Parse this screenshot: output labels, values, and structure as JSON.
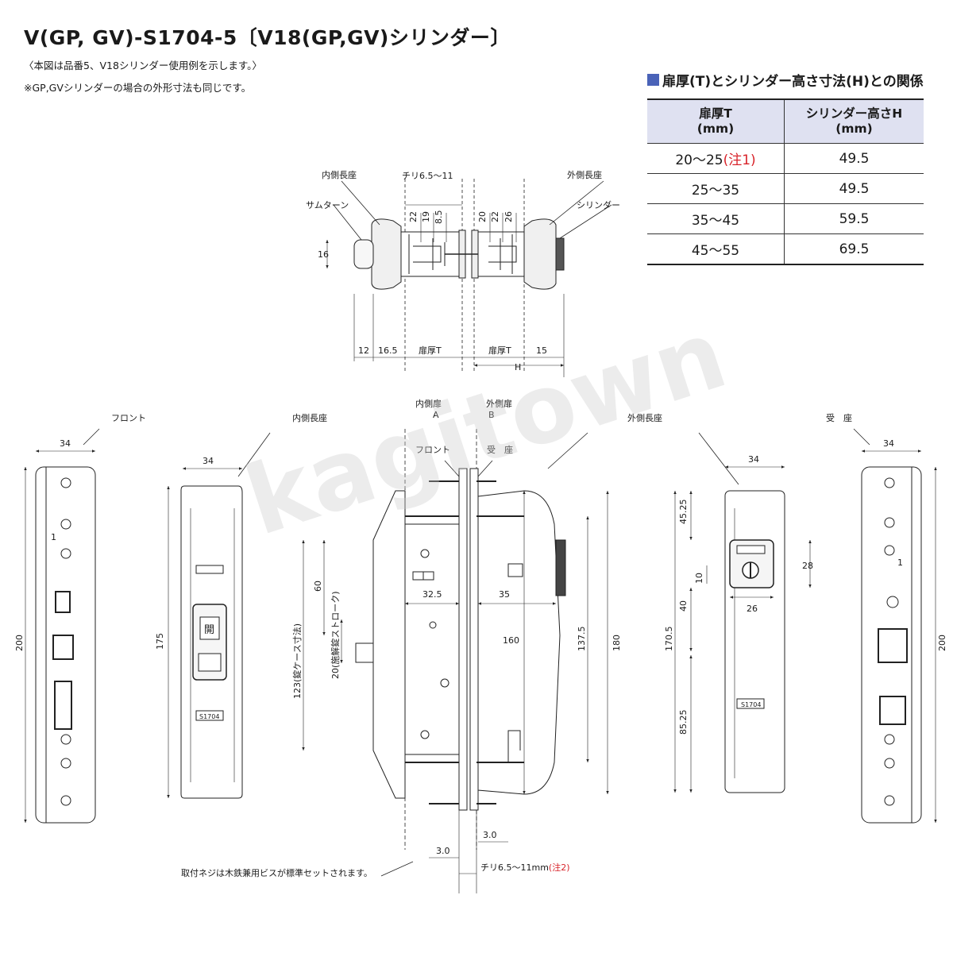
{
  "header": {
    "title": "V(GP, GV)-S1704-5〔V18(GP,GV)シリンダー〕",
    "note1": "〈本図は品番5、V18シリンダー使用例を示します。〉",
    "note2": "※GP,GVシリンダーの場合の外形寸法も同じです。"
  },
  "table": {
    "title": "扉厚(T)とシリンダー高さ寸法(H)との関係",
    "col1_line1": "扉厚T",
    "col1_line2": "(mm)",
    "col2_line1": "シリンダー高さH",
    "col2_line2": "(mm)",
    "rows": [
      {
        "t": "20〜25",
        "note": "(注1)",
        "h": "49.5"
      },
      {
        "t": "25〜35",
        "note": "",
        "h": "49.5"
      },
      {
        "t": "35〜45",
        "note": "",
        "h": "59.5"
      },
      {
        "t": "45〜55",
        "note": "",
        "h": "69.5"
      }
    ],
    "accent_color": "#4a63b8",
    "note_color": "#d8232a"
  },
  "top_view": {
    "inner_plate": "内側長座",
    "thumb_turn": "サムターン",
    "outer_plate": "外側長座",
    "cylinder": "シリンダー",
    "clearance": "チリ6.5〜11",
    "dims_vertical": [
      "22",
      "19",
      "8.5",
      "20",
      "22",
      "26"
    ],
    "dim_16": "16",
    "dims_bottom": [
      "12",
      "16.5",
      "扉厚T",
      "扉厚T",
      "15"
    ],
    "dim_h": "H"
  },
  "front_plate": {
    "label": "フロント",
    "width": "34",
    "height": "200",
    "dim_1": "1"
  },
  "inner_plate": {
    "label": "内側長座",
    "width": "34",
    "height": "175",
    "open_mark": "開",
    "model": "S1704"
  },
  "section": {
    "inner_door": "内側扉",
    "inner_door_letter": "A",
    "outer_door": "外側扉",
    "outer_door_letter": "B",
    "front": "フロント",
    "strike": "受　座",
    "dim_60": "60",
    "dim_123": "123(錠ケース寸法)",
    "dim_20": "20(施解錠ストローク)",
    "dim_325": "32.5",
    "dim_35": "35",
    "dim_160": "160",
    "dim_1375": "137.5",
    "dim_180": "180",
    "dim_30a": "3.0",
    "dim_30b": "3.0",
    "clearance": "チリ6.5〜11mm",
    "clearance_note": "(注2)",
    "screw_note": "取付ネジは木鉄兼用ビスが標準セットされます。"
  },
  "outer_plate": {
    "label": "外側長座",
    "width": "34",
    "dim_4525": "45.25",
    "dim_10": "10",
    "dim_40": "40",
    "dim_1705": "170.5",
    "dim_8525": "85.25",
    "dim_28": "28",
    "dim_26": "26",
    "model": "S1704"
  },
  "strike_plate": {
    "label": "受　座",
    "width": "34",
    "height": "200",
    "dim_1": "1"
  },
  "watermark": "kagitown"
}
